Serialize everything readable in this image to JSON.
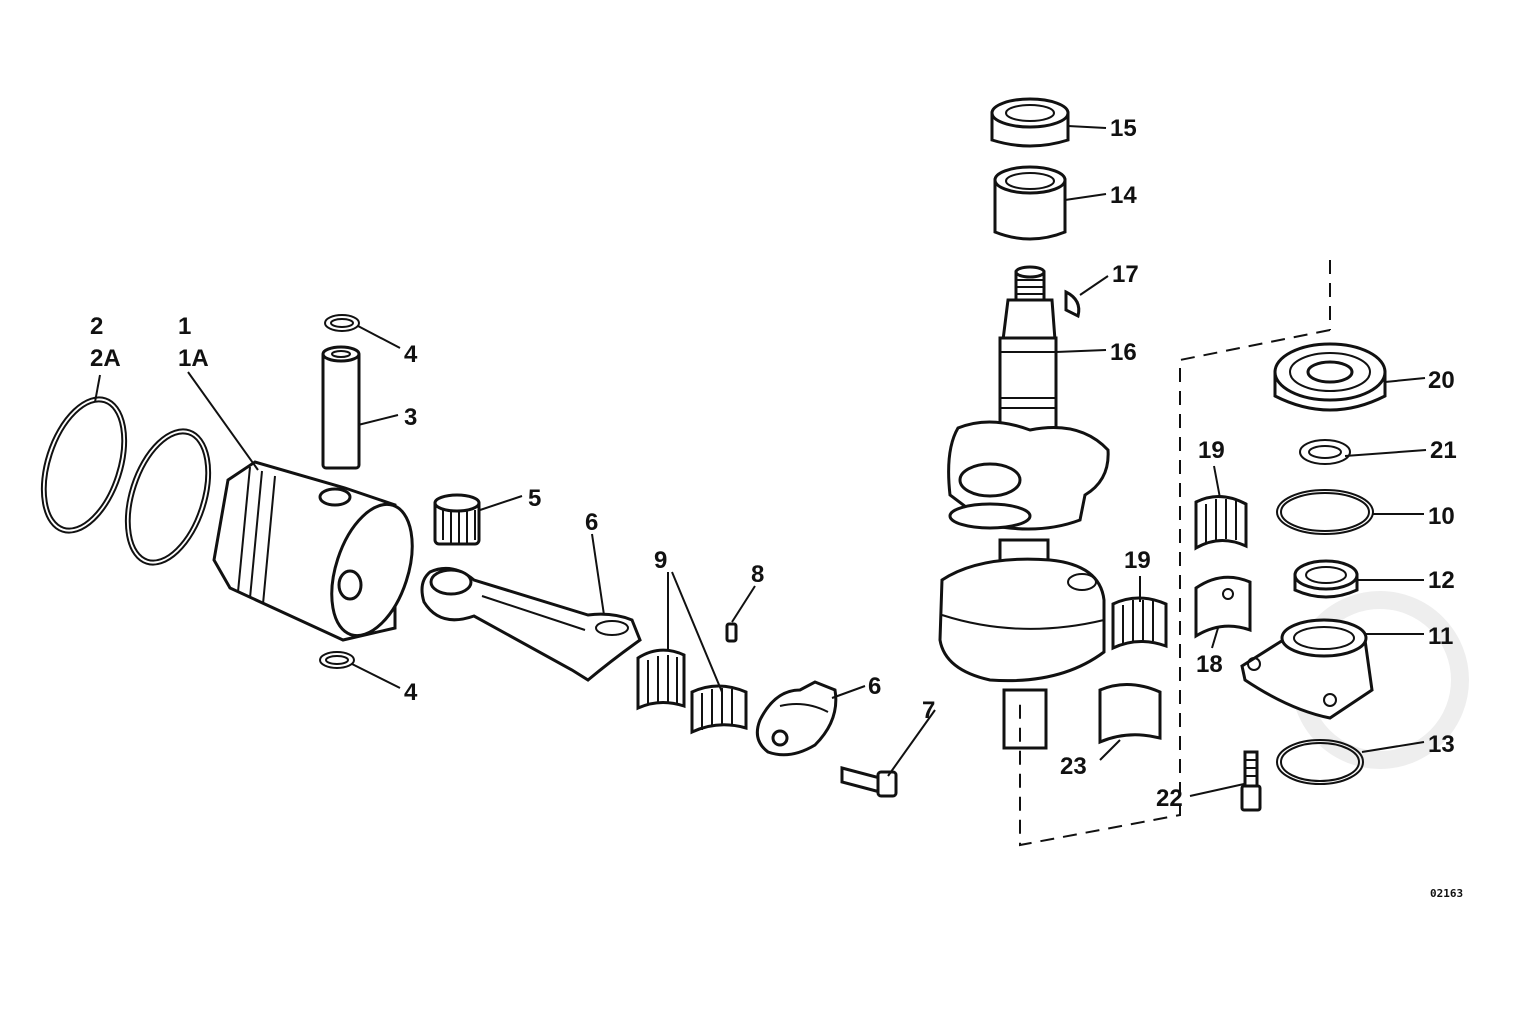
{
  "diagram": {
    "drawing_number": "02163",
    "watermark_text": "",
    "labels": [
      {
        "id": "lbl-2",
        "text": "2"
      },
      {
        "id": "lbl-2a",
        "text": "2A"
      },
      {
        "id": "lbl-1",
        "text": "1"
      },
      {
        "id": "lbl-1a",
        "text": "1A"
      },
      {
        "id": "lbl-4-top",
        "text": "4"
      },
      {
        "id": "lbl-3",
        "text": "3"
      },
      {
        "id": "lbl-4-bottom",
        "text": "4"
      },
      {
        "id": "lbl-5",
        "text": "5"
      },
      {
        "id": "lbl-6-rod",
        "text": "6"
      },
      {
        "id": "lbl-9",
        "text": "9"
      },
      {
        "id": "lbl-8",
        "text": "8"
      },
      {
        "id": "lbl-6-cap",
        "text": "6"
      },
      {
        "id": "lbl-7",
        "text": "7"
      },
      {
        "id": "lbl-15",
        "text": "15"
      },
      {
        "id": "lbl-14",
        "text": "14"
      },
      {
        "id": "lbl-17",
        "text": "17"
      },
      {
        "id": "lbl-16",
        "text": "16"
      },
      {
        "id": "lbl-19-top",
        "text": "19"
      },
      {
        "id": "lbl-19-mid",
        "text": "19"
      },
      {
        "id": "lbl-18",
        "text": "18"
      },
      {
        "id": "lbl-23",
        "text": "23"
      },
      {
        "id": "lbl-20",
        "text": "20"
      },
      {
        "id": "lbl-21",
        "text": "21"
      },
      {
        "id": "lbl-10",
        "text": "10"
      },
      {
        "id": "lbl-12",
        "text": "12"
      },
      {
        "id": "lbl-11",
        "text": "11"
      },
      {
        "id": "lbl-13",
        "text": "13"
      },
      {
        "id": "lbl-22",
        "text": "22"
      }
    ]
  }
}
